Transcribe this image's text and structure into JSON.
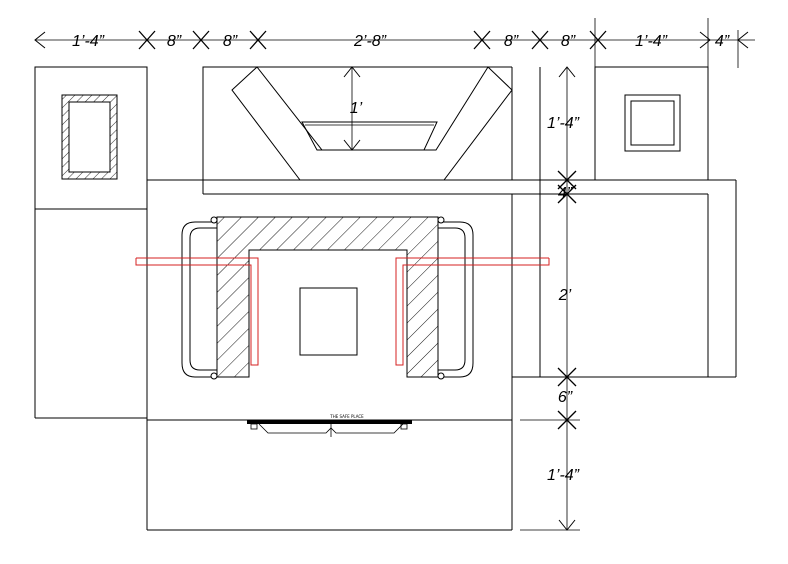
{
  "dimensions": {
    "top": [
      "1’-4”",
      "8”",
      "8”",
      "2’-8”",
      "8”",
      "8”",
      "1’-4”",
      "4”"
    ],
    "side": [
      "1’-4”",
      "4”",
      "2’",
      "6”",
      "1’-4”"
    ],
    "inner": "1’"
  },
  "fixture_label": "THE SAFE PLACE",
  "colors": {
    "lines": "#000000",
    "duct": "#d62020",
    "background": "#ffffff"
  }
}
